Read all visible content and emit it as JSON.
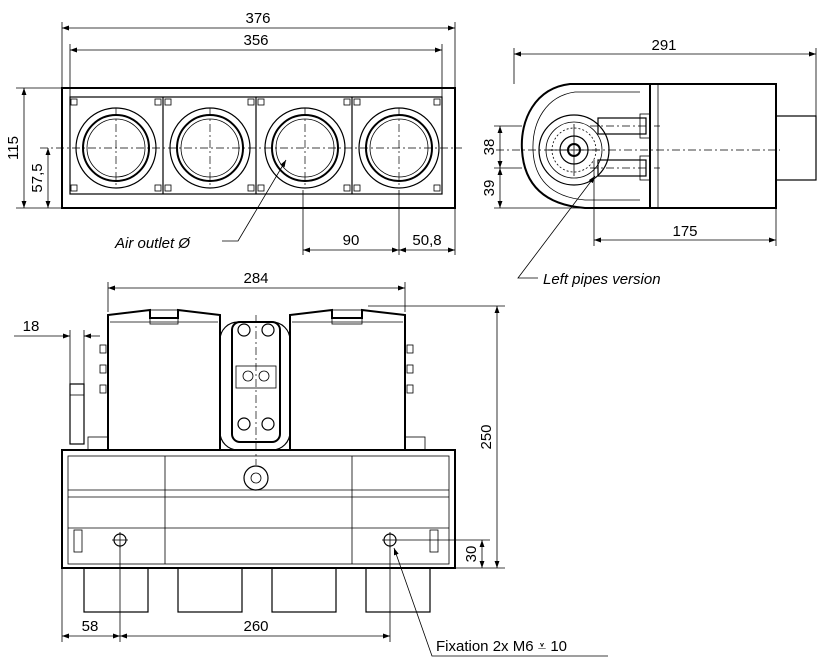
{
  "dimensions": {
    "front_overall_width": "376",
    "front_inner_width": "356",
    "front_height": "115",
    "front_center_height": "57,5",
    "outlet_pitch": "90",
    "outlet_offset": "50,8",
    "side_length": "291",
    "side_body_length": "175",
    "side_upper": "38",
    "side_lower": "39",
    "top_width": "284",
    "top_pipe_offset": "18",
    "top_depth": "250",
    "fixation_height": "30",
    "fixation_offset": "58",
    "fixation_spacing": "260"
  },
  "notes": {
    "air_outlet": "Air outlet Ø",
    "left_pipes": "Left pipes version",
    "fixation": "Fixation 2x M6 ⩡ 10"
  }
}
